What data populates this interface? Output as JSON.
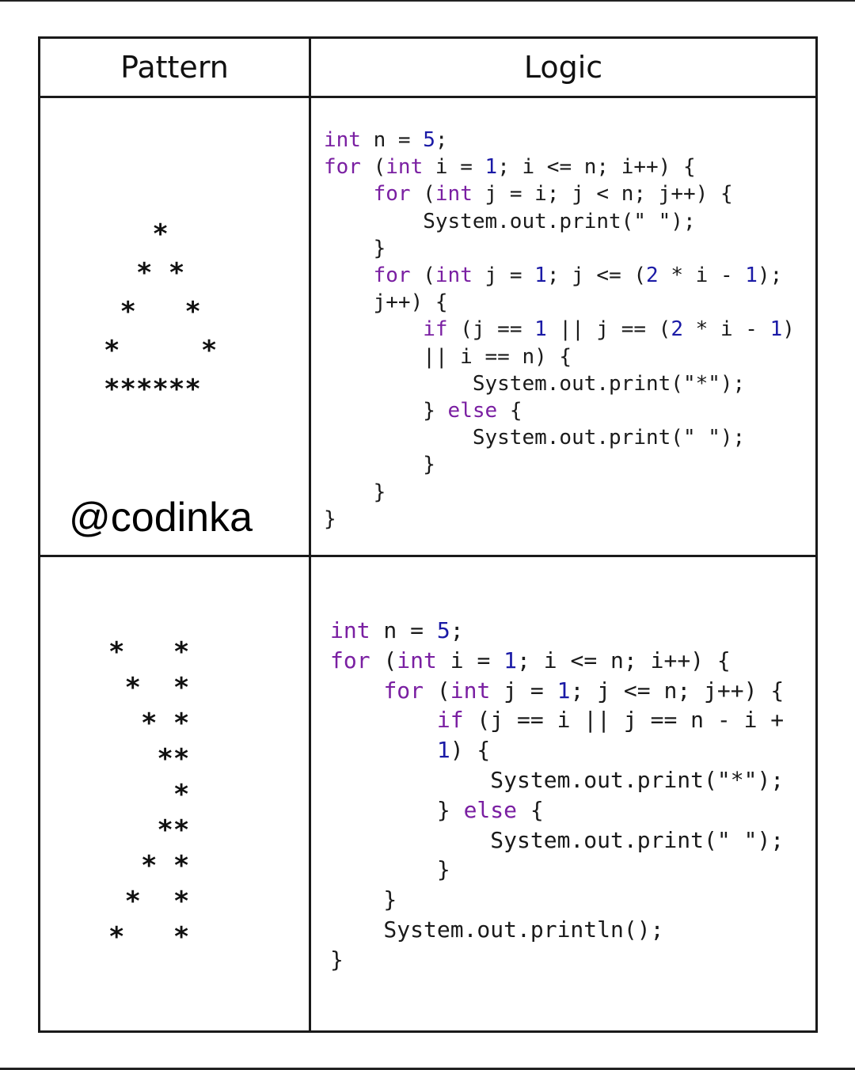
{
  "headers": {
    "pattern": "Pattern",
    "logic": "Logic"
  },
  "watermark": "@codinka",
  "examples": [
    {
      "pattern_lines": [
        "   *",
        "  * *",
        " *   *",
        "*     *",
        "******"
      ],
      "code_lines": [
        "int n = 5;",
        "for (int i = 1; i <= n; i++) {",
        "    for (int j = i; j < n; j++) {",
        "        System.out.print(\" \");",
        "    }",
        "    for (int j = 1; j <= (2 * i - 1);",
        "    j++) {",
        "        if (j == 1 || j == (2 * i - 1)",
        "        || i == n) {",
        "            System.out.print(\"*\");",
        "        } else {",
        "            System.out.print(\" \");",
        "        }",
        "    }",
        "}"
      ]
    },
    {
      "pattern_lines": [
        "*   *",
        " *  *",
        "  * *",
        "   **",
        "    *",
        "   **",
        "  * *",
        " *  *",
        "*   *"
      ],
      "code_lines": [
        "int n = 5;",
        "for (int i = 1; i <= n; i++) {",
        "    for (int j = 1; j <= n; j++) {",
        "        if (j == i || j == n - i +",
        "        1) {",
        "            System.out.print(\"*\");",
        "        } else {",
        "            System.out.print(\" \");",
        "        }",
        "    }",
        "    System.out.println();",
        "}"
      ]
    }
  ],
  "colors": {
    "keyword": "#7a1fa2",
    "number": "#1a1aa6",
    "border": "#1a1a1a"
  }
}
